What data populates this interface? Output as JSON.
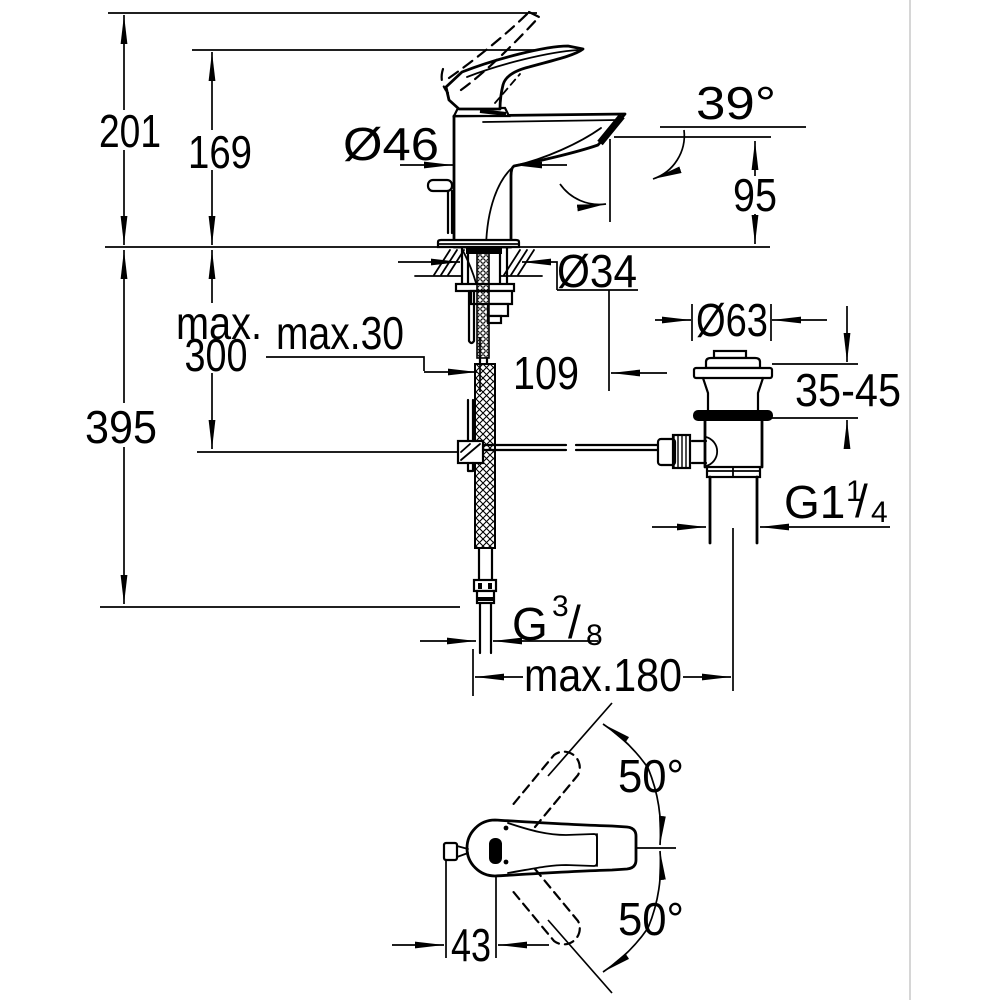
{
  "figure": {
    "kind": "faucet-installation-dimension-drawing",
    "background": "#ffffff",
    "line_color": "#000000",
    "border_color": "#c9c9c9"
  },
  "dims": {
    "total_height": "201",
    "spout_tip_height": "169",
    "body_diameter": "Ø46",
    "aerator_angle": "39°",
    "outlet_height": "95",
    "shank_diameter": "Ø34",
    "max_depth_word": "max.",
    "max_depth_value": "300",
    "max_deck_thickness": "max.30",
    "hole_offset": "109",
    "waste_flange_diameter": "Ø63",
    "deck_thickness_range": "35-45",
    "below_deck_height": "395",
    "waste_thread_base": "G1",
    "waste_thread_sup": "1",
    "waste_thread_slash": "/",
    "waste_thread_sub": "4",
    "supply_thread_base": "G",
    "supply_thread_sup": "3",
    "supply_thread_slash": "/",
    "supply_thread_sub": "8",
    "max_reach": "max.180",
    "handle_swing_upper": "50°",
    "handle_swing_lower": "50°",
    "handle_pivot_offset": "43"
  }
}
